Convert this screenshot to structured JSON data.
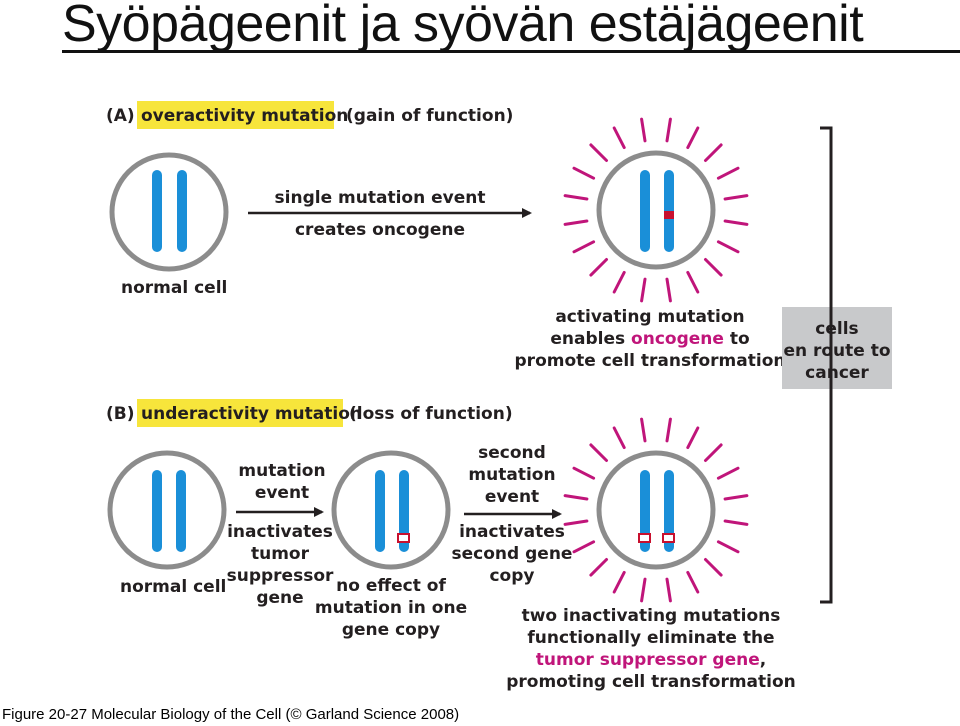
{
  "page_title": "Syöpägeenit ja syövän estäjägeenit",
  "caption": "Figure 20-27  Molecular Biology of the Cell (© Garland Science 2008)",
  "panel_a": {
    "letter": "(A)",
    "heading": "overactivity mutation",
    "subheading": "(gain of function)",
    "cell_label": "normal cell",
    "arrow_text": [
      "single mutation event",
      "creates oncogene"
    ],
    "result_text": {
      "line1": "activating mutation",
      "line2_pre": "enables ",
      "line2_highlight": "oncogene",
      "line2_post": " to",
      "line3": "promote cell transformation"
    }
  },
  "panel_b": {
    "letter": "(B)",
    "heading": "underactivity mutation",
    "subheading": "(loss of function)",
    "cell_label": "normal cell",
    "arrow1_top": [
      "mutation",
      "event"
    ],
    "arrow1_bottom": [
      "inactivates",
      "tumor",
      "suppressor",
      "gene"
    ],
    "middle_cell_text": [
      "no effect of",
      "mutation in one",
      "gene copy"
    ],
    "arrow2_top": [
      "second",
      "mutation",
      "event"
    ],
    "arrow2_bottom": [
      "inactivates",
      "second gene",
      "copy"
    ],
    "result_text": {
      "line1": "two inactivating mutations",
      "line2": "functionally eliminate the",
      "line3_highlight": "tumor suppressor gene",
      "line3_post": ",",
      "line4": "promoting cell transformation"
    }
  },
  "outcome_box": [
    "cells",
    "en route to",
    "cancer"
  ],
  "colors": {
    "chromosome": "#1a8fd8",
    "highlight": "#f7e53b",
    "ray": "#c0157a",
    "cell_ring": "#8c8c8c",
    "outcome_box": "#c8c9cb",
    "mutation_mark": "#c8102e"
  }
}
